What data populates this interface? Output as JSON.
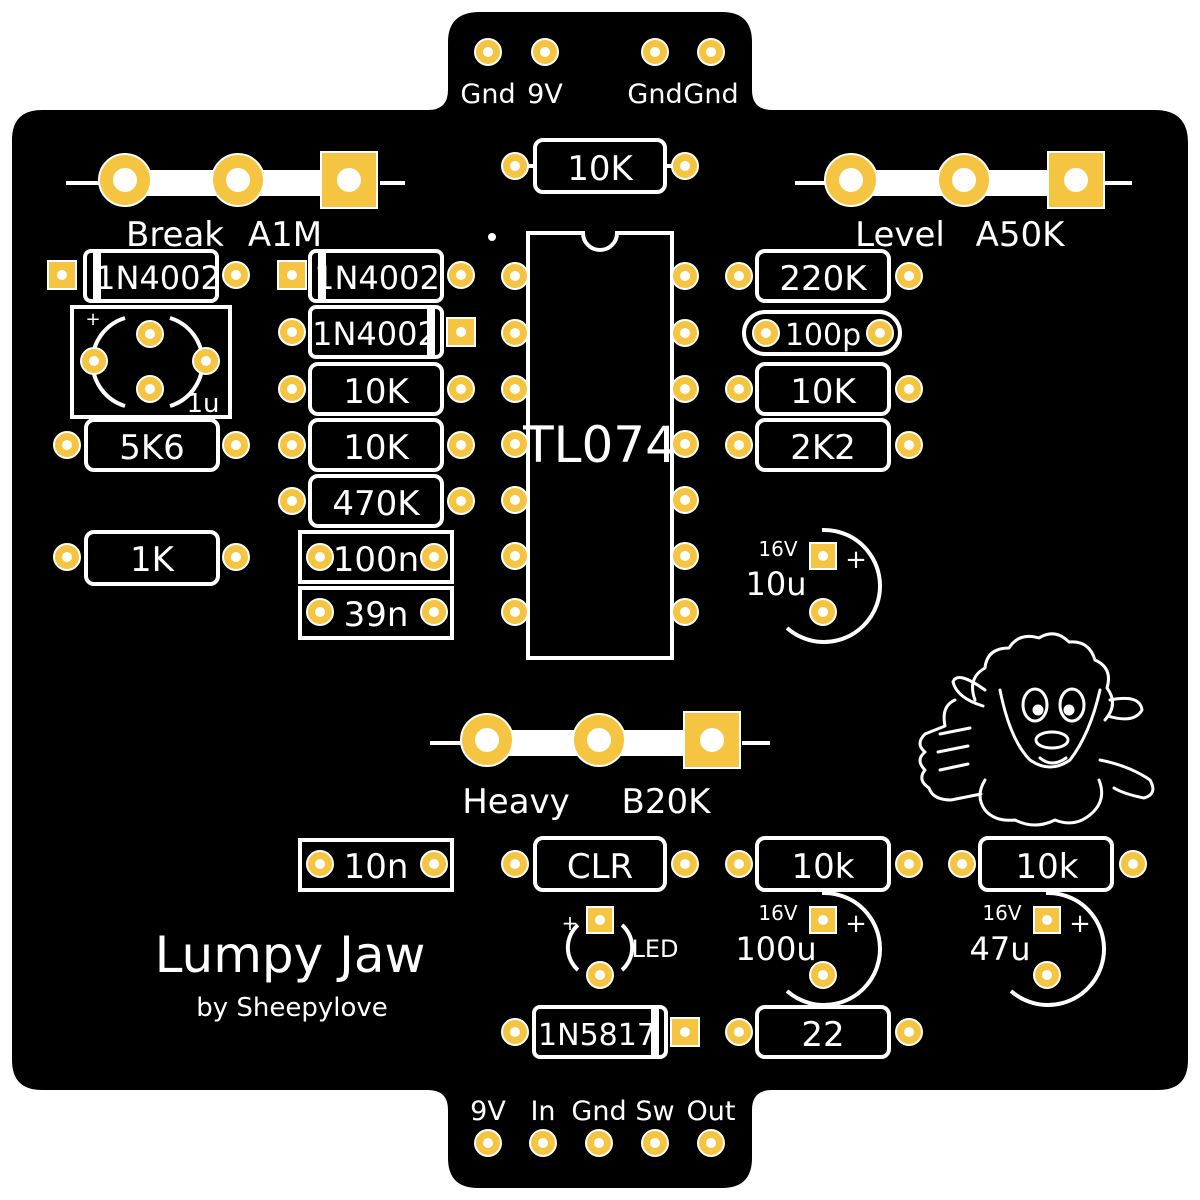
{
  "colors": {
    "board": "#000000",
    "silkscreen": "#ffffff",
    "copper_pad": "#f5c542",
    "background": "#ffffff"
  },
  "top_connectors": [
    "Gnd",
    "9V",
    "Gnd",
    "Gnd"
  ],
  "bottom_connectors": [
    "9V",
    "In",
    "Gnd",
    "Sw",
    "Out"
  ],
  "pots": {
    "break": {
      "name": "Break",
      "value": "A1M"
    },
    "level": {
      "name": "Level",
      "value": "A50K"
    },
    "heavy": {
      "name": "Heavy",
      "value": "B20K"
    }
  },
  "ic": {
    "label": "TL074"
  },
  "title": {
    "name": "Lumpy Jaw",
    "byline": "by Sheepylove"
  },
  "components": {
    "r_top": "10K",
    "d1": "1N4002",
    "d2": "1N4002",
    "d3": "1N4002",
    "trimmer_value": "1u",
    "trimmer_plus": "+",
    "r_5k6": "5K6",
    "r_1k": "1K",
    "r_10k_a": "10K",
    "r_10k_b": "10K",
    "r_470k": "470K",
    "c_100n": "100n",
    "c_39n": "39n",
    "r_220k": "220K",
    "c_100p": "100p",
    "r_10k_c": "10K",
    "r_2k2": "2K2",
    "c_10u": {
      "voltage": "16V",
      "value": "10u",
      "plus": "+"
    },
    "c_10n": "10n",
    "r_clr": "CLR",
    "r_10k_d": "10k",
    "r_10k_e": "10k",
    "c_100u": {
      "voltage": "16V",
      "value": "100u",
      "plus": "+"
    },
    "c_47u": {
      "voltage": "16V",
      "value": "47u",
      "plus": "+"
    },
    "led": {
      "label": "LED",
      "plus": "+"
    },
    "d_schottky": "1N5817",
    "r_22": "22"
  }
}
